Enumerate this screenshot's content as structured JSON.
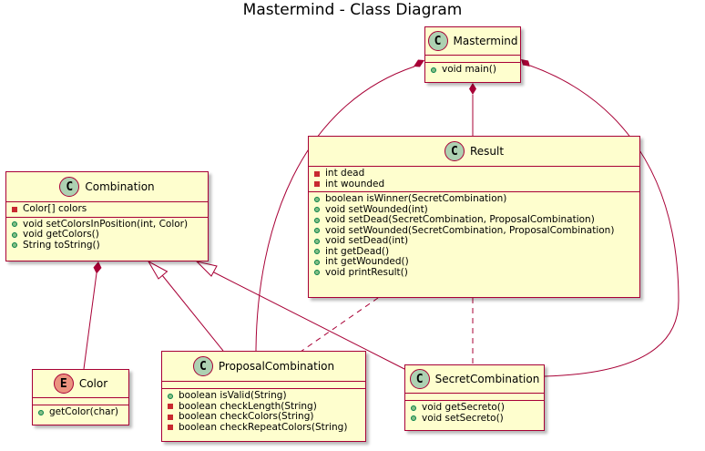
{
  "title": "Mastermind - Class Diagram",
  "classes": {
    "mastermind": {
      "stereotype": "C",
      "name": "Mastermind",
      "fields": [],
      "methods": [
        {
          "vis": "public",
          "text": "void main()"
        }
      ]
    },
    "result": {
      "stereotype": "C",
      "name": "Result",
      "fields": [
        {
          "vis": "private",
          "text": "int dead"
        },
        {
          "vis": "private",
          "text": "int wounded"
        }
      ],
      "methods": [
        {
          "vis": "public",
          "text": "boolean isWinner(SecretCombination)"
        },
        {
          "vis": "public",
          "text": "void setWounded(int)"
        },
        {
          "vis": "public",
          "text": "void setDead(SecretCombination, ProposalCombination)"
        },
        {
          "vis": "public",
          "text": "void setWounded(SecretCombination, ProposalCombination)"
        },
        {
          "vis": "public",
          "text": "void setDead(int)"
        },
        {
          "vis": "public",
          "text": "int getDead()"
        },
        {
          "vis": "public",
          "text": "int getWounded()"
        },
        {
          "vis": "public",
          "text": "void printResult()"
        }
      ]
    },
    "combination": {
      "stereotype": "C",
      "name": "Combination",
      "fields": [
        {
          "vis": "private",
          "text": "Color[] colors"
        }
      ],
      "methods": [
        {
          "vis": "public",
          "text": "void setColorsInPosition(int, Color)"
        },
        {
          "vis": "public",
          "text": "void getColors()"
        },
        {
          "vis": "public",
          "text": "String toString()"
        }
      ]
    },
    "color": {
      "stereotype": "E",
      "name": "Color",
      "fields": [],
      "methods": [
        {
          "vis": "public",
          "text": "getColor(char)"
        }
      ]
    },
    "proposal": {
      "stereotype": "C",
      "name": "ProposalCombination",
      "fields": [],
      "methods": [
        {
          "vis": "public",
          "text": "boolean isValid(String)"
        },
        {
          "vis": "private",
          "text": "boolean checkLength(String)"
        },
        {
          "vis": "private",
          "text": "boolean checkColors(String)"
        },
        {
          "vis": "private",
          "text": "boolean checkRepeatColors(String)"
        }
      ]
    },
    "secret": {
      "stereotype": "C",
      "name": "SecretCombination",
      "fields": [],
      "methods": [
        {
          "vis": "public",
          "text": "void getSecreto()"
        },
        {
          "vis": "public",
          "text": "void setSecreto()"
        }
      ]
    }
  },
  "relations": [
    {
      "from": "mastermind",
      "to": "result",
      "type": "composition"
    },
    {
      "from": "mastermind",
      "to": "proposal",
      "type": "composition"
    },
    {
      "from": "mastermind",
      "to": "secret",
      "type": "composition"
    },
    {
      "from": "combination",
      "to": "color",
      "type": "composition"
    },
    {
      "from": "proposal",
      "to": "combination",
      "type": "inheritance"
    },
    {
      "from": "secret",
      "to": "combination",
      "type": "inheritance"
    },
    {
      "from": "result",
      "to": "proposal",
      "type": "dependency"
    },
    {
      "from": "result",
      "to": "secret",
      "type": "dependency"
    }
  ],
  "colors": {
    "class_fill": "#fefece",
    "border": "#a80036",
    "class_badge": "#add1b2",
    "enum_badge": "#eb937f",
    "public_marker": "#84be84",
    "private_marker": "#c82930"
  }
}
